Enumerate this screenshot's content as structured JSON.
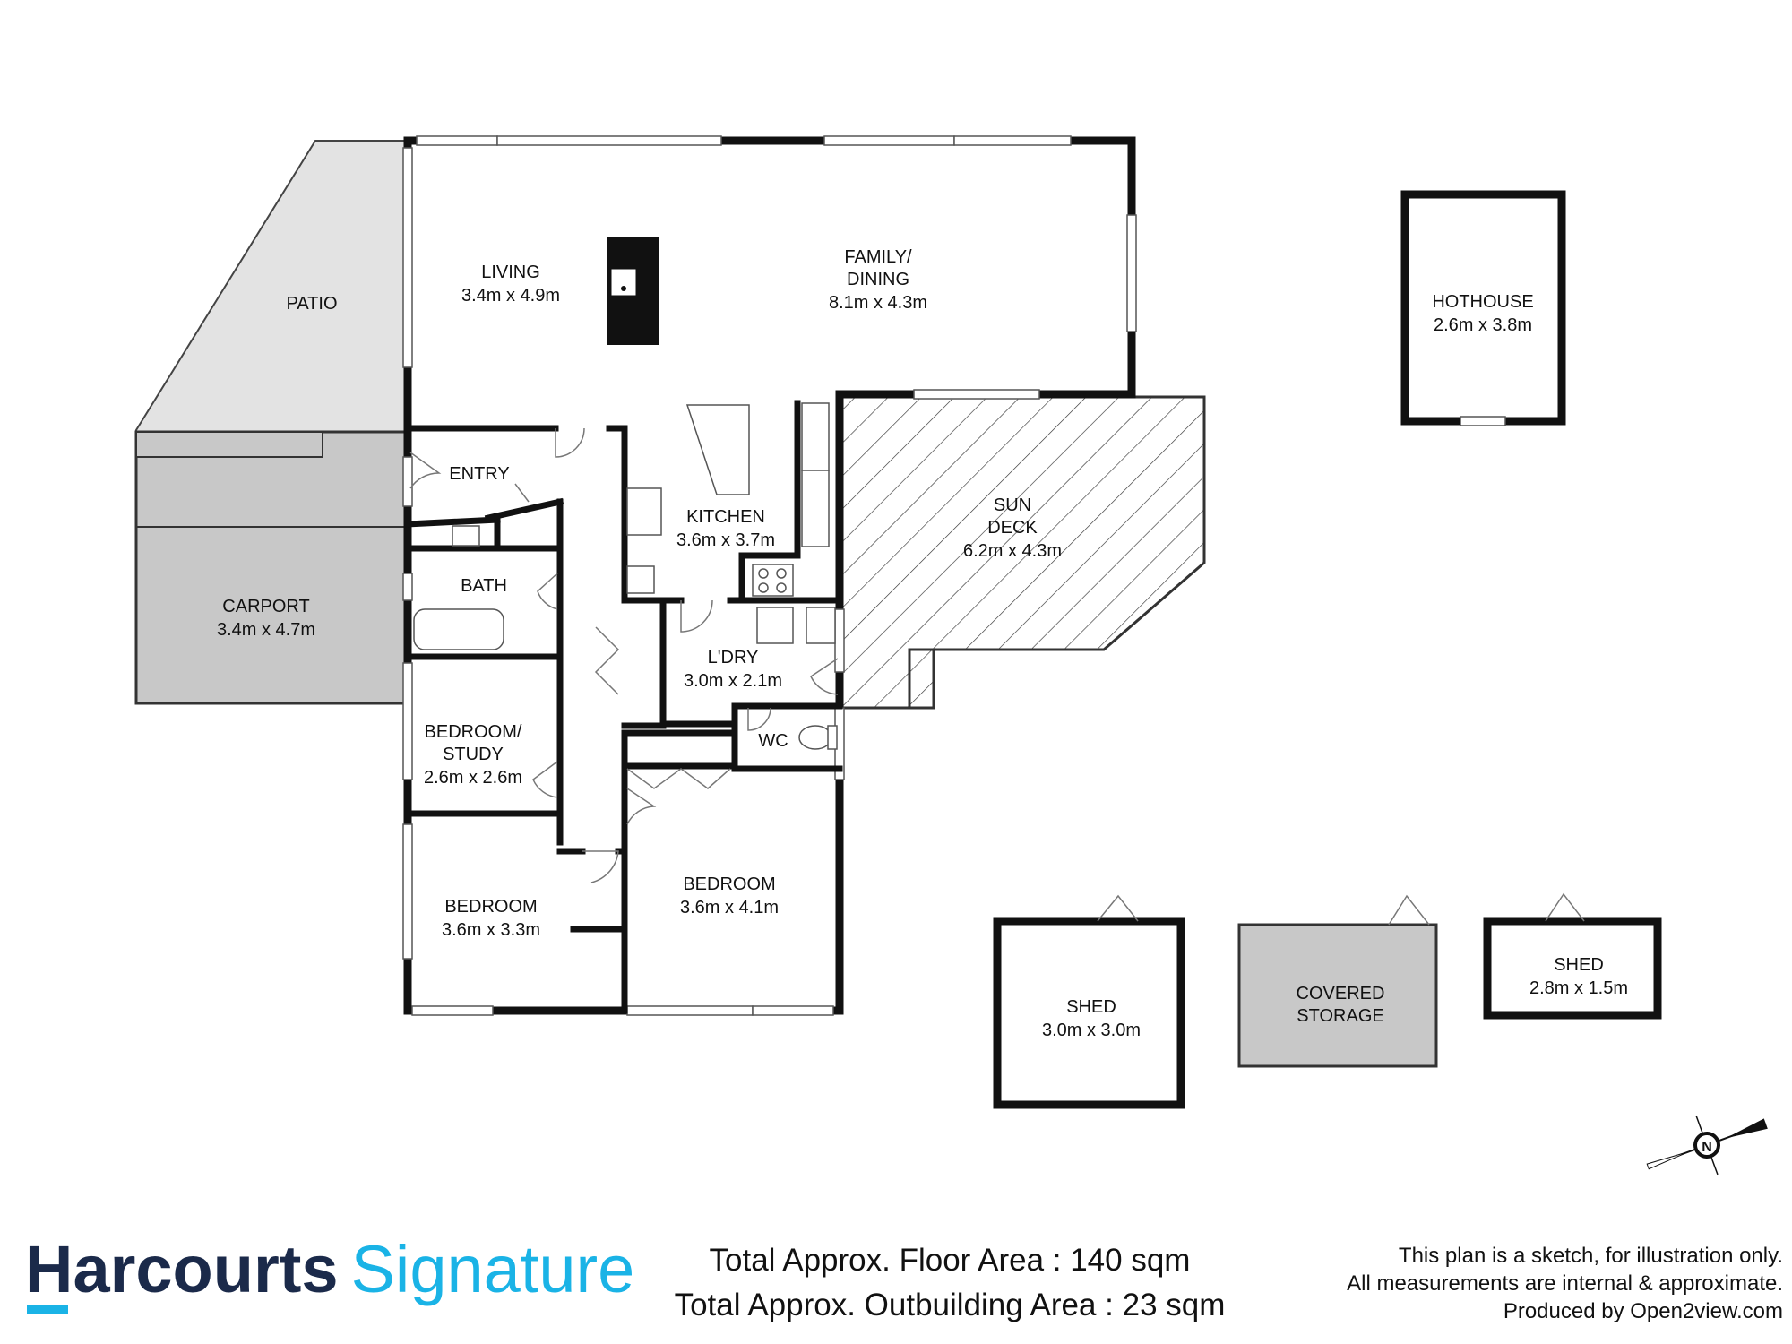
{
  "rooms": {
    "patio": {
      "name": "PATIO"
    },
    "living": {
      "name": "LIVING",
      "size": "3.4m x 4.9m"
    },
    "family_dining": {
      "name_line1": "FAMILY/",
      "name_line2": "DINING",
      "size": "8.1m x 4.3m"
    },
    "hothouse": {
      "name": "HOTHOUSE",
      "size": "2.6m x 3.8m"
    },
    "entry": {
      "name": "ENTRY"
    },
    "kitchen": {
      "name": "KITCHEN",
      "size": "3.6m x 3.7m"
    },
    "sun_deck": {
      "name_line1": "SUN",
      "name_line2": "DECK",
      "size": "6.2m x 4.3m"
    },
    "bath": {
      "name": "BATH"
    },
    "carport": {
      "name": "CARPORT",
      "size": "3.4m x 4.7m"
    },
    "laundry": {
      "name": "L'DRY",
      "size": "3.0m x 2.1m"
    },
    "wc": {
      "name": "WC"
    },
    "bedroom_study": {
      "name_line1": "BEDROOM/",
      "name_line2": "STUDY",
      "size": "2.6m x 2.6m"
    },
    "bedroom_1": {
      "name": "BEDROOM",
      "size": "3.6m x 3.3m"
    },
    "bedroom_2": {
      "name": "BEDROOM",
      "size": "3.6m x 4.1m"
    },
    "shed_1": {
      "name": "SHED",
      "size": "3.0m x 3.0m"
    },
    "covered_storage": {
      "name_line1": "COVERED",
      "name_line2": "STORAGE"
    },
    "shed_2": {
      "name": "SHED",
      "size": "2.8m x 1.5m"
    }
  },
  "compass": {
    "label": "N"
  },
  "footer": {
    "brand_primary": "Harcourts",
    "brand_secondary": "Signature",
    "floor_area": "Total Approx. Floor Area : 140 sqm",
    "outbuilding_area": "Total Approx. Outbuilding Area : 23 sqm",
    "disclaimer_line1": "This plan is a sketch, for illustration only.",
    "disclaimer_line2": "All measurements are internal & approximate.",
    "disclaimer_line3": "Produced by Open2view.com"
  },
  "colors": {
    "wall": "#111111",
    "patio_fill": "#e3e3e3",
    "carport_fill": "#c8c8c8",
    "storage_fill": "#c8c8c8",
    "brand_navy": "#1b2a4a",
    "brand_blue": "#1ab3e6"
  }
}
